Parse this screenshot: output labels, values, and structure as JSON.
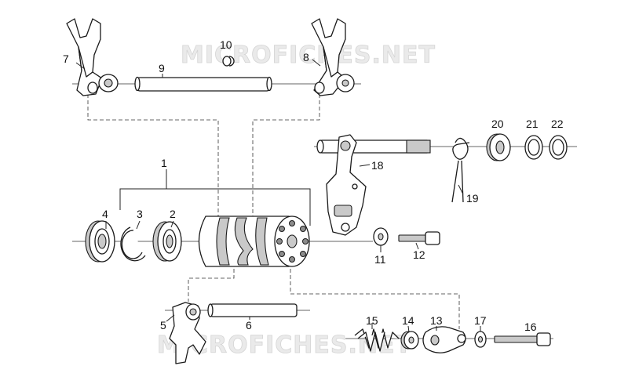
{
  "watermarks": {
    "top": "MICROFICHES.NET",
    "bottom": "MICROFICHES.NET"
  },
  "callouts": [
    {
      "id": "1",
      "label": "1"
    },
    {
      "id": "2",
      "label": "2"
    },
    {
      "id": "3",
      "label": "3"
    },
    {
      "id": "4",
      "label": "4"
    },
    {
      "id": "5",
      "label": "5"
    },
    {
      "id": "6",
      "label": "6"
    },
    {
      "id": "7",
      "label": "7"
    },
    {
      "id": "8",
      "label": "8"
    },
    {
      "id": "9",
      "label": "9"
    },
    {
      "id": "10",
      "label": "10"
    },
    {
      "id": "11",
      "label": "11"
    },
    {
      "id": "12",
      "label": "12"
    },
    {
      "id": "13",
      "label": "13"
    },
    {
      "id": "14",
      "label": "14"
    },
    {
      "id": "15",
      "label": "15"
    },
    {
      "id": "16",
      "label": "16"
    },
    {
      "id": "17",
      "label": "17"
    },
    {
      "id": "18",
      "label": "18"
    },
    {
      "id": "19",
      "label": "19"
    },
    {
      "id": "20",
      "label": "20"
    },
    {
      "id": "21",
      "label": "21"
    },
    {
      "id": "22",
      "label": "22"
    }
  ],
  "colors": {
    "line": "#1a1a1a",
    "shade": "#c9c9c9",
    "watermark": "#eaeaea"
  }
}
